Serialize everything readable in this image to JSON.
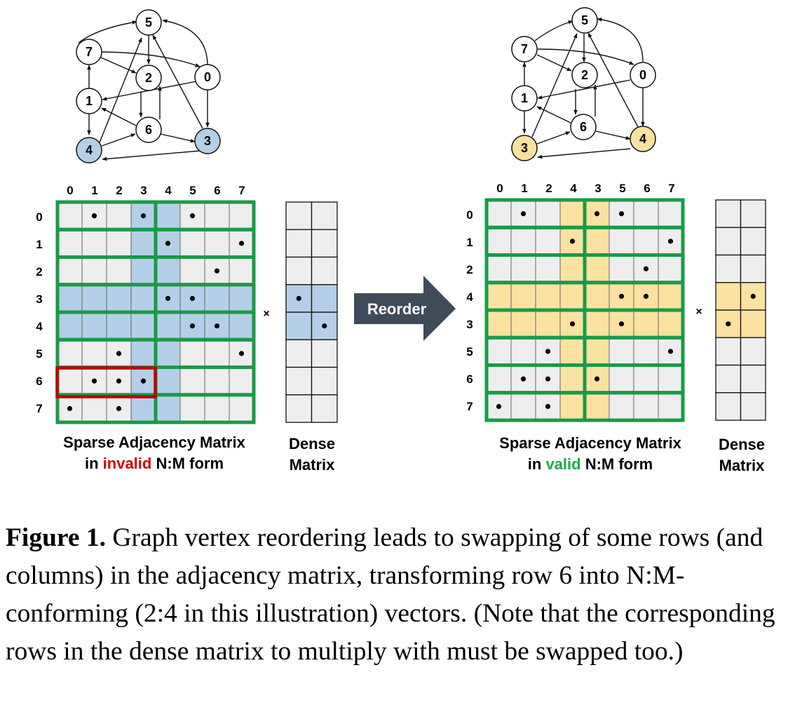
{
  "left_panel": {
    "col_labels": [
      "0",
      "1",
      "2",
      "3",
      "4",
      "5",
      "6",
      "7"
    ],
    "row_labels": [
      "0",
      "1",
      "2",
      "3",
      "4",
      "5",
      "6",
      "7"
    ],
    "matrix_caption_line1": "Sparse Adjacency Matrix",
    "matrix_caption_prefix": "in",
    "matrix_caption_status": "invalid",
    "matrix_caption_suffix": "N:M form",
    "dense_caption_line1": "Dense",
    "dense_caption_line2": "Matrix",
    "dots": [
      [
        0,
        1
      ],
      [
        0,
        3
      ],
      [
        0,
        5
      ],
      [
        1,
        4
      ],
      [
        1,
        7
      ],
      [
        2,
        6
      ],
      [
        3,
        4
      ],
      [
        3,
        5
      ],
      [
        4,
        5
      ],
      [
        4,
        6
      ],
      [
        5,
        2
      ],
      [
        5,
        7
      ],
      [
        6,
        1
      ],
      [
        6,
        2
      ],
      [
        6,
        3
      ],
      [
        7,
        0
      ],
      [
        7,
        2
      ]
    ],
    "highlight_rows": [
      3,
      4
    ],
    "highlight_cols": [
      3,
      4
    ],
    "invalid_row": 6,
    "dense_dots": [
      [
        3,
        0
      ],
      [
        4,
        1
      ]
    ],
    "graph_nodes": [
      "5",
      "7",
      "2",
      "0",
      "1",
      "6",
      "4",
      "3"
    ],
    "highlighted_nodes": [
      "4",
      "3"
    ]
  },
  "right_panel": {
    "col_labels": [
      "0",
      "1",
      "2",
      "4",
      "3",
      "5",
      "6",
      "7"
    ],
    "row_labels": [
      "0",
      "1",
      "2",
      "4",
      "3",
      "5",
      "6",
      "7"
    ],
    "matrix_caption_line1": "Sparse Adjacency Matrix",
    "matrix_caption_prefix": "in",
    "matrix_caption_status": "valid",
    "matrix_caption_suffix": "N:M form",
    "dense_caption_line1": "Dense",
    "dense_caption_line2": "Matrix",
    "dots": [
      [
        0,
        1
      ],
      [
        0,
        4
      ],
      [
        0,
        5
      ],
      [
        1,
        3
      ],
      [
        1,
        7
      ],
      [
        2,
        6
      ],
      [
        3,
        5
      ],
      [
        3,
        6
      ],
      [
        4,
        3
      ],
      [
        4,
        5
      ],
      [
        5,
        2
      ],
      [
        5,
        7
      ],
      [
        6,
        1
      ],
      [
        6,
        2
      ],
      [
        6,
        4
      ],
      [
        7,
        0
      ],
      [
        7,
        2
      ]
    ],
    "highlight_rows": [
      3,
      4
    ],
    "highlight_cols": [
      3,
      4
    ],
    "dense_dots": [
      [
        3,
        1
      ],
      [
        4,
        0
      ]
    ],
    "graph_nodes": [
      "5",
      "7",
      "2",
      "0",
      "1",
      "6",
      "3",
      "4"
    ],
    "highlighted_nodes": [
      "3",
      "4"
    ]
  },
  "times_symbol": "×",
  "reorder_label": "Reorder",
  "caption": {
    "title": "Figure 1.",
    "text": "Graph vertex reordering leads to swapping of some rows (and columns) in the adjacency matrix, transforming row 6 into N:M-conforming (2:4 in this illustration) vectors. (Note that the corresponding rows in the dense matrix to multiply with must be swapped too.)"
  },
  "colors": {
    "grid_group": "#1a9a48",
    "invalid_box": "#c00000",
    "left_highlight": "#b4cfe7",
    "right_highlight": "#fbe2a1",
    "cell_fill": "#eeeeee",
    "invalid_text": "#d40000",
    "valid_text": "#1fa84a",
    "swapped_label": "#1f6fb0",
    "arrow_fill": "#404b5a"
  }
}
